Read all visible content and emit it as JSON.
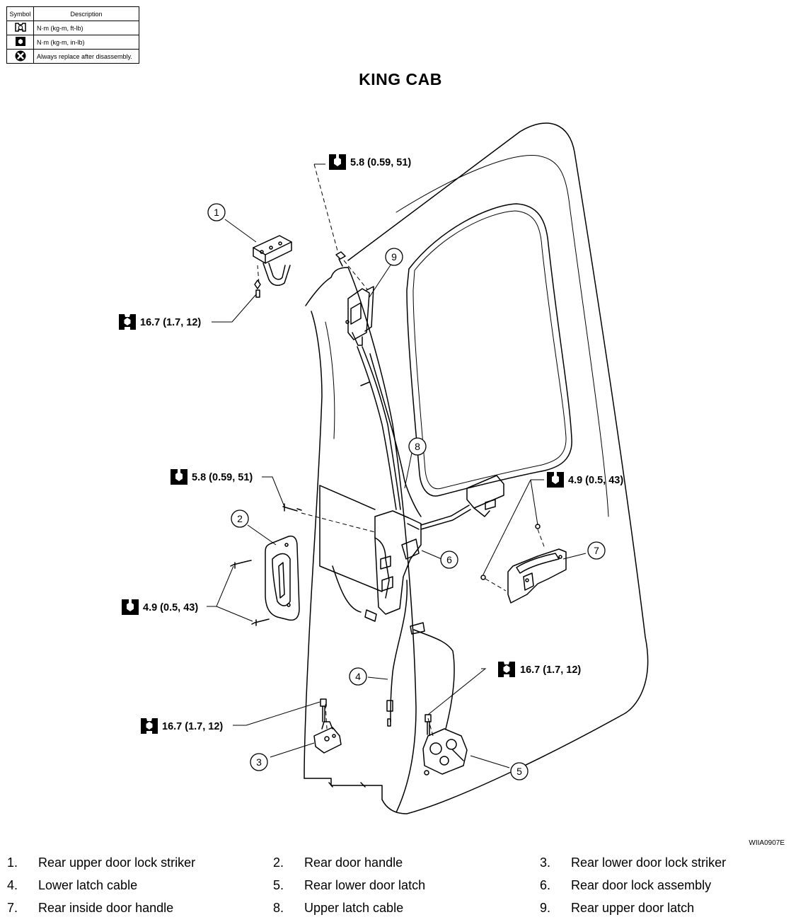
{
  "legend": {
    "header_symbol": "Symbol",
    "header_description": "Description",
    "rows": [
      {
        "icon": "torque-wrench-ft-lb-icon",
        "description": "N·m (kg-m, ft-lb)"
      },
      {
        "icon": "torque-wrench-in-lb-icon",
        "description": "N·m (kg-m, in-lb)"
      },
      {
        "icon": "always-replace-icon",
        "description": "Always replace after disassembly."
      }
    ]
  },
  "title": "KING CAB",
  "torque_labels": [
    "5.8 (0.59, 51)",
    "16.7 (1.7, 12)",
    "5.8 (0.59, 51)",
    "4.9 (0.5, 43)",
    "4.9 (0.5, 43)",
    "16.7 (1.7, 12)",
    "16.7 (1.7, 12)"
  ],
  "callouts": [
    "1",
    "2",
    "3",
    "4",
    "5",
    "6",
    "7",
    "8",
    "9"
  ],
  "figure_code": "WIIA0907E",
  "parts": [
    {
      "num": "1.",
      "label": "Rear upper door lock striker"
    },
    {
      "num": "2.",
      "label": "Rear door handle"
    },
    {
      "num": "3.",
      "label": "Rear lower door lock striker"
    },
    {
      "num": "4.",
      "label": "Lower latch cable"
    },
    {
      "num": "5.",
      "label": "Rear lower door latch"
    },
    {
      "num": "6.",
      "label": "Rear door lock assembly"
    },
    {
      "num": "7.",
      "label": "Rear inside door handle"
    },
    {
      "num": "8.",
      "label": "Upper latch cable"
    },
    {
      "num": "9.",
      "label": "Rear upper door latch"
    }
  ]
}
